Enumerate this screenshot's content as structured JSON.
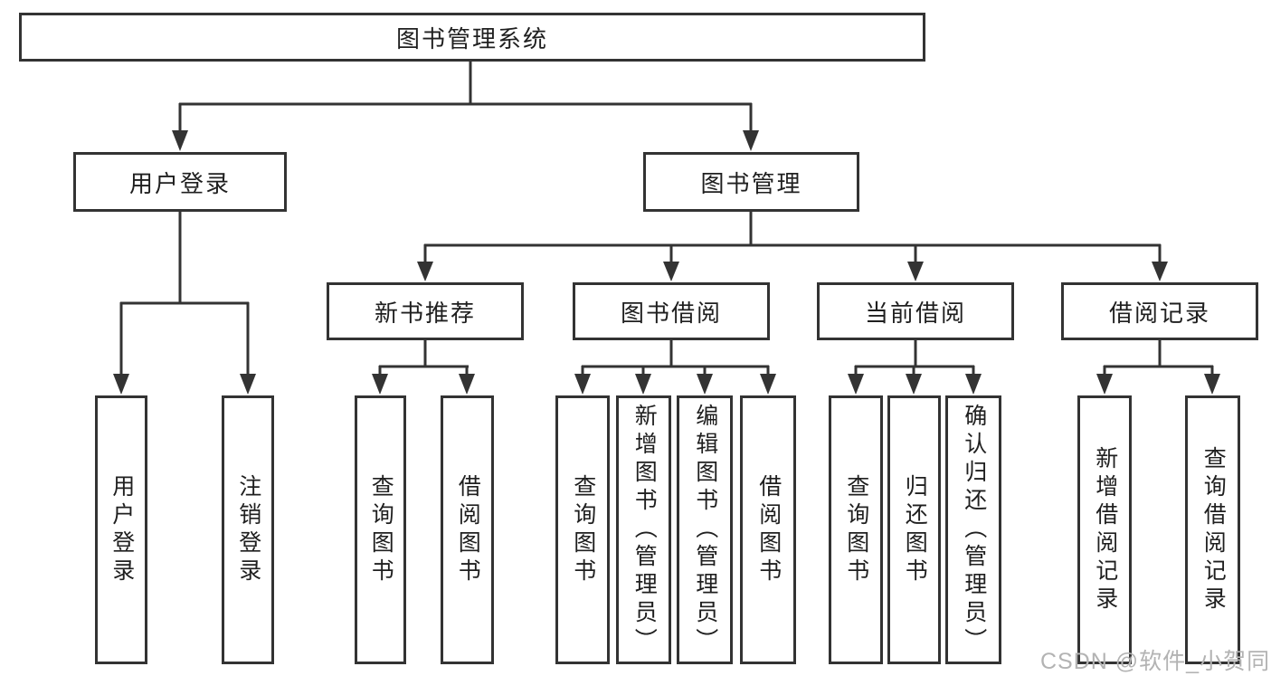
{
  "nodes": {
    "root": {
      "label": "图书管理系统"
    },
    "user_login": {
      "label": "用户登录"
    },
    "book_mgmt": {
      "label": "图书管理"
    },
    "new_book_rec": {
      "label": "新书推荐"
    },
    "book_borrow": {
      "label": "图书借阅"
    },
    "current_borrow": {
      "label": "当前借阅"
    },
    "borrow_records": {
      "label": "借阅记录"
    }
  },
  "leaves": {
    "login": {
      "label": "用户登录"
    },
    "logout": {
      "label": "注销登录"
    },
    "rec_query_book": {
      "label": "查询图书"
    },
    "rec_borrow_book": {
      "label": "借阅图书"
    },
    "bor_query_book": {
      "label": "查询图书"
    },
    "bor_add_book": {
      "label": "新增图书（管理员）"
    },
    "bor_edit_book": {
      "label": "编辑图书（管理员）"
    },
    "bor_borrow_book": {
      "label": "借阅图书"
    },
    "cur_query_book": {
      "label": "查询图书"
    },
    "cur_return_book": {
      "label": "归还图书"
    },
    "cur_confirm_return": {
      "label": "确认归还（管理员）"
    },
    "rcd_add_record": {
      "label": "新增借阅记录"
    },
    "rcd_query_record": {
      "label": "查询借阅记录"
    }
  },
  "watermark": {
    "text": "CSDN @软件_小贺同学"
  },
  "colors": {
    "line": "#333333",
    "text": "#1f1f1f",
    "watermark": "#b3b3b3",
    "background": "#ffffff"
  }
}
